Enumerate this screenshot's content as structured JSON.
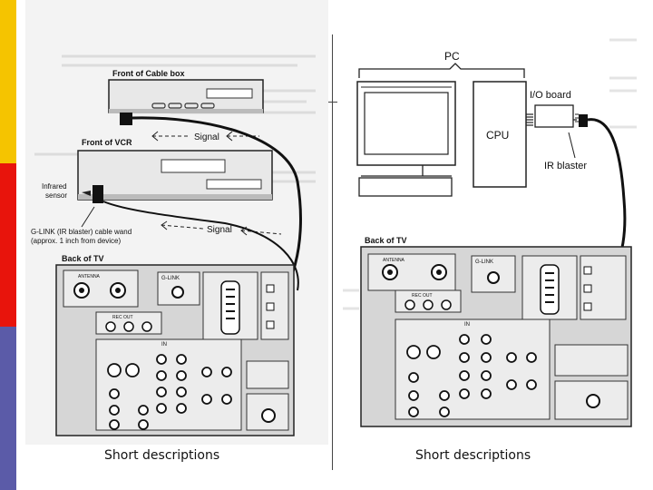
{
  "accent": {
    "yellow": "#f5c400",
    "red": "#e8140c",
    "purple": "#5b5ba8"
  },
  "left_panel": {
    "label_cable_box": "Front of Cable box",
    "label_vcr": "Front of VCR",
    "label_signal_top": "Signal",
    "label_infrared": "Infrared",
    "label_sensor": "sensor",
    "label_glink_1": "G-LINK (IR blaster) cable wand",
    "label_glink_2": "(approx. 1 inch from device)",
    "label_signal_bottom": "Signal",
    "label_back_tv": "Back of TV",
    "jack_glink": "G-LINK",
    "jack_antenna": "ANTENNA",
    "jack_rec_out": "REC OUT",
    "jack_in": "IN",
    "caption": "Short descriptions"
  },
  "right_panel": {
    "label_pc": "PC",
    "label_io_board": "I/O board",
    "label_cpu": "CPU",
    "label_ir_blaster": "IR blaster",
    "label_back_tv": "Back of TV",
    "jack_glink": "G-LINK",
    "jack_antenna": "ANTENNA",
    "jack_rec_out": "REC OUT",
    "jack_in": "IN",
    "caption": "Short descriptions"
  }
}
